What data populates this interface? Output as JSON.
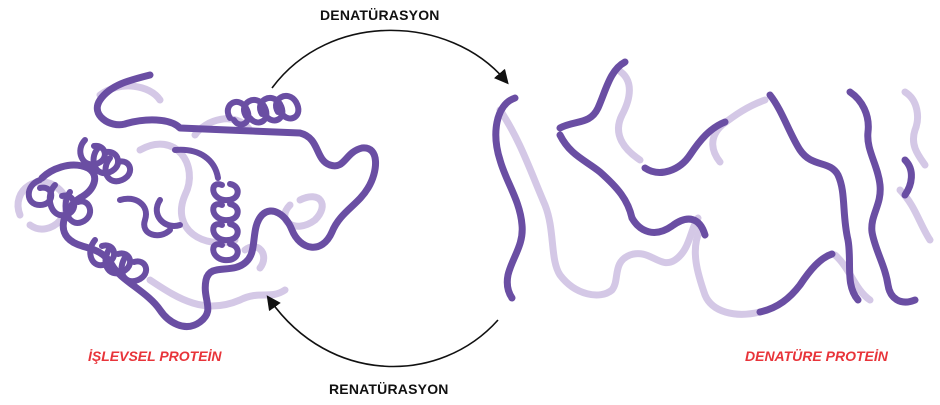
{
  "labels": {
    "denaturation": "DENATÜRASYON",
    "renaturation": "RENATÜRASYON",
    "functional_protein": "İŞLEVSEL PROTEİN",
    "denatured_protein": "DENATÜRE PROTEİN"
  },
  "colors": {
    "ribbon_dark": "#6a4ea3",
    "ribbon_light": "#d4c8e6",
    "caption": "#e8343a",
    "arrow": "#111111"
  }
}
